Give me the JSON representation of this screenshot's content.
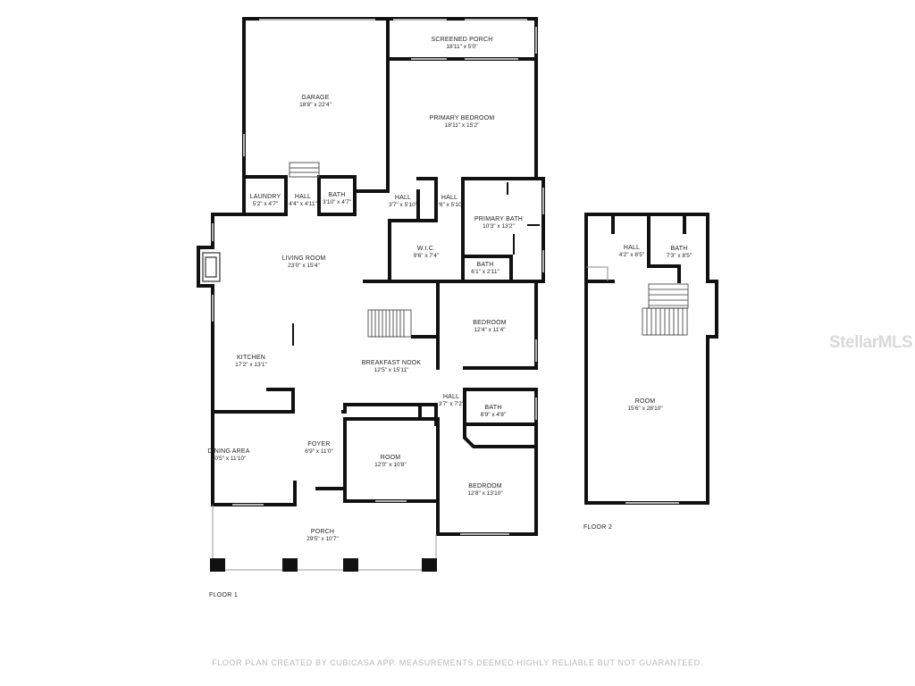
{
  "rooms": {
    "screened_porch": {
      "name": "SCREENED PORCH",
      "dims": "18'11\" x 5'0\""
    },
    "garage": {
      "name": "GARAGE",
      "dims": "18'8\" x 22'4\""
    },
    "primary_bedroom": {
      "name": "PRIMARY BEDROOM",
      "dims": "18'11\" x 15'2\""
    },
    "laundry": {
      "name": "LAUNDRY",
      "dims": "5'2\" x 4'7\""
    },
    "hall_laundry": {
      "name": "HALL",
      "dims": "4'4\" x 4'11\""
    },
    "bath_laundry": {
      "name": "BATH",
      "dims": "3'10\" x 4'7\""
    },
    "hall_a": {
      "name": "HALL",
      "dims": "3'7\" x 5'10\""
    },
    "hall_b": {
      "name": "HALL",
      "dims": "3'6\" x 5'10\""
    },
    "primary_bath": {
      "name": "PRIMARY BATH",
      "dims": "10'3\" x 13'2\""
    },
    "wic": {
      "name": "W.I.C.",
      "dims": "9'6\" x 7'4\""
    },
    "bath_small": {
      "name": "BATH",
      "dims": "6'1\" x 2'11\""
    },
    "living_room": {
      "name": "LIVING ROOM",
      "dims": "23'0\" x 15'4\""
    },
    "bedroom_1": {
      "name": "BEDROOM",
      "dims": "12'4\" x 11'4\""
    },
    "kitchen": {
      "name": "KITCHEN",
      "dims": "17'2\" x 13'1\""
    },
    "breakfast_nook": {
      "name": "BREAKFAST NOOK",
      "dims": "12'5\" x 15'11\""
    },
    "hall_center": {
      "name": "HALL",
      "dims": "3'7\" x 7'2\""
    },
    "bath_center": {
      "name": "BATH",
      "dims": "8'9\" x 4'8\""
    },
    "dining_area": {
      "name": "DINING AREA",
      "dims": "10'5\" x 11'10\""
    },
    "foyer": {
      "name": "FOYER",
      "dims": "6'9\" x 11'0\""
    },
    "room_1": {
      "name": "ROOM",
      "dims": "12'0\" x 10'8\""
    },
    "bedroom_2": {
      "name": "BEDROOM",
      "dims": "12'8\" x 13'10\""
    },
    "porch": {
      "name": "PORCH",
      "dims": "29'5\" x 10'7\""
    },
    "hall_f2": {
      "name": "HALL",
      "dims": "4'2\" x 8'5\""
    },
    "bath_f2": {
      "name": "BATH",
      "dims": "7'3\" x 8'5\""
    },
    "room_f2": {
      "name": "ROOM",
      "dims": "15'6\" x 28'10\""
    }
  },
  "floors": {
    "floor1": "FLOOR 1",
    "floor2": "FLOOR 2"
  },
  "footer": "FLOOR PLAN CREATED BY CUBICASA APP. MEASUREMENTS DEEMED HIGHLY RELIABLE BUT NOT GUARANTEED.",
  "watermark": "StellarMLS",
  "colors": {
    "wall": "#111111",
    "window": "#b5b5b5"
  }
}
